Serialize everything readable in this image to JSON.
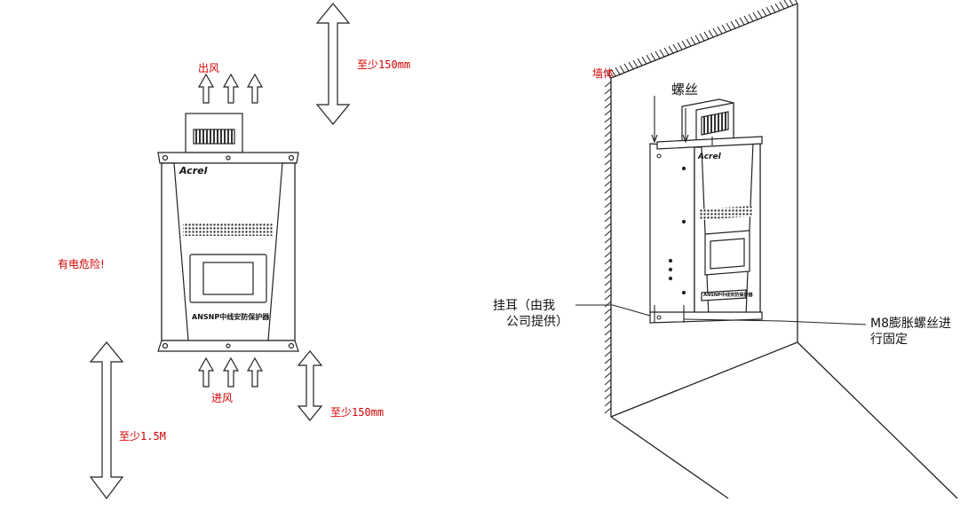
{
  "left_diagram": {
    "outlet_label": "出风",
    "inlet_label": "进风",
    "top_clearance": "至少150mm",
    "bottom_clearance": "至少150mm",
    "floor_clearance": "至少1.5M",
    "danger_label": "有电危险!",
    "brand": "Acrel",
    "device_name": "ANSNP中线安防保护器"
  },
  "right_diagram": {
    "wall_label": "墙体",
    "screw_label": "螺丝",
    "ear_label_line1": "挂耳（由我",
    "ear_label_line2": "公司提供）",
    "bolt_label_line1": "M8膨胀螺丝进",
    "bolt_label_line2": "行固定",
    "brand": "Acrel",
    "device_name": "ANSNP中线安防保护器"
  },
  "colors": {
    "annotation": "#d40000",
    "line": "#222222"
  }
}
